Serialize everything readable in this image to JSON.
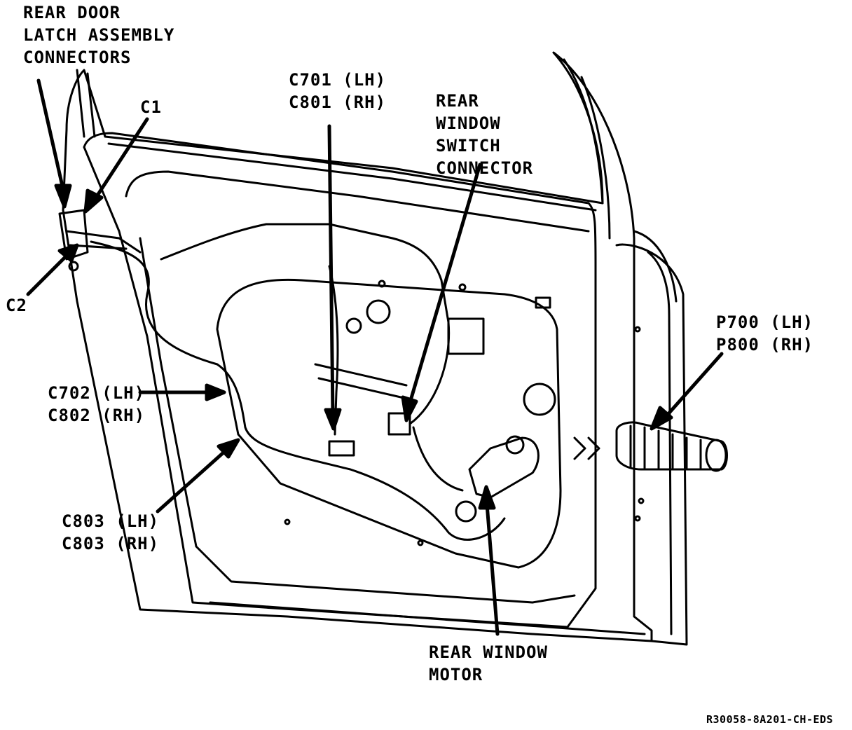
{
  "labels": {
    "latch_connectors": [
      "REAR DOOR",
      "LATCH ASSEMBLY",
      "CONNECTORS"
    ],
    "c1": "C1",
    "c2": "C2",
    "c701_c801": [
      "C701 (LH)",
      "C801 (RH)"
    ],
    "switch_connector": [
      "REAR",
      "WINDOW",
      "SWITCH",
      "CONNECTOR"
    ],
    "p700_p800": [
      "P700 (LH)",
      "P800 (RH)"
    ],
    "c702_c802": [
      "C702 (LH)",
      "C802 (RH)"
    ],
    "c803": [
      "C803 (LH)",
      "C803 (RH)"
    ],
    "window_motor": [
      "REAR WINDOW",
      "MOTOR"
    ],
    "reference": "R30058-8A201-CH-EDS"
  },
  "colors": {
    "ink": "#000000",
    "paper": "#ffffff"
  }
}
